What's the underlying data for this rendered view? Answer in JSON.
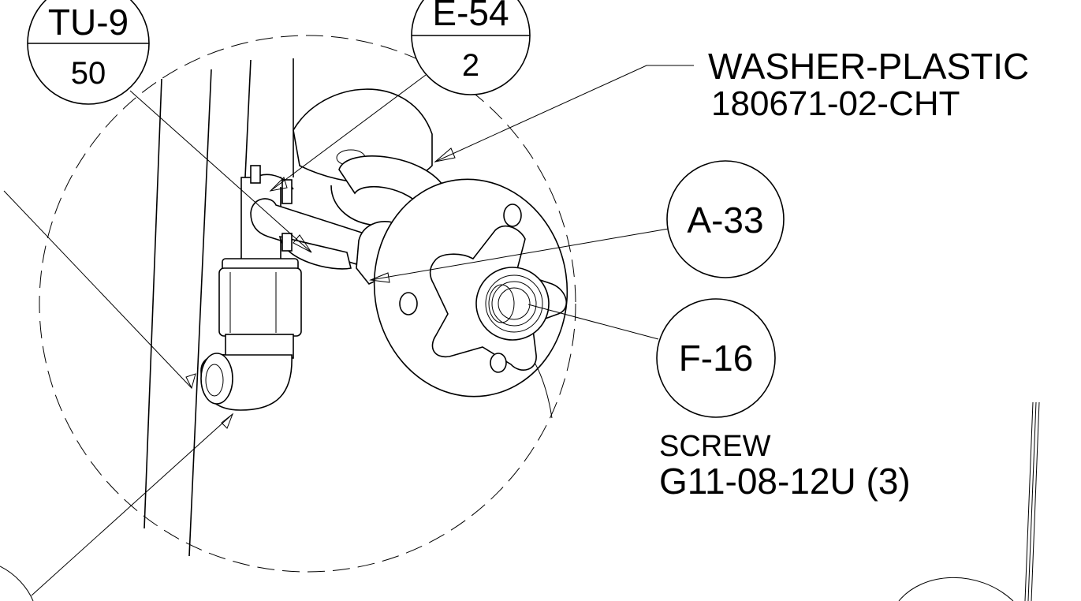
{
  "callouts": {
    "tu9": {
      "top": "TU-9",
      "bottom": "50"
    },
    "e54": {
      "top": "E-54",
      "bottom": "2"
    },
    "a33": {
      "label": "A-33"
    },
    "f16": {
      "label": "F-16"
    }
  },
  "notes": {
    "washer_name": "WASHER-PLASTIC",
    "washer_part": "180671-02-CHT",
    "screw_name": "SCREW",
    "screw_part": "G11-08-12U (3)"
  }
}
